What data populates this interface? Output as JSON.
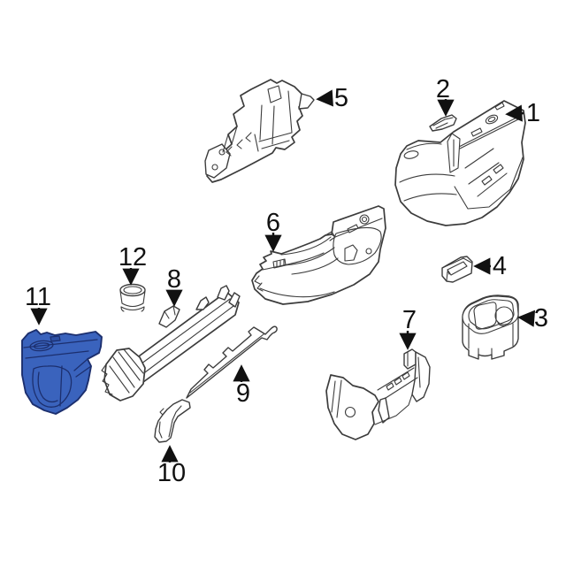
{
  "diagram": {
    "type": "exploded-parts-diagram",
    "highlighted_callout": "11",
    "colors": {
      "background": "#ffffff",
      "line": "#3c3c3c",
      "label": "#111111",
      "highlight_fill": "#3a63bd",
      "highlight_stroke": "#1c2f6e",
      "highlight_shade": "#2d4fa3"
    },
    "callouts": [
      {
        "label": "1"
      },
      {
        "label": "2"
      },
      {
        "label": "3"
      },
      {
        "label": "4"
      },
      {
        "label": "5"
      },
      {
        "label": "6"
      },
      {
        "label": "7"
      },
      {
        "label": "8"
      },
      {
        "label": "9"
      },
      {
        "label": "10"
      },
      {
        "label": "11"
      },
      {
        "label": "12"
      }
    ]
  }
}
